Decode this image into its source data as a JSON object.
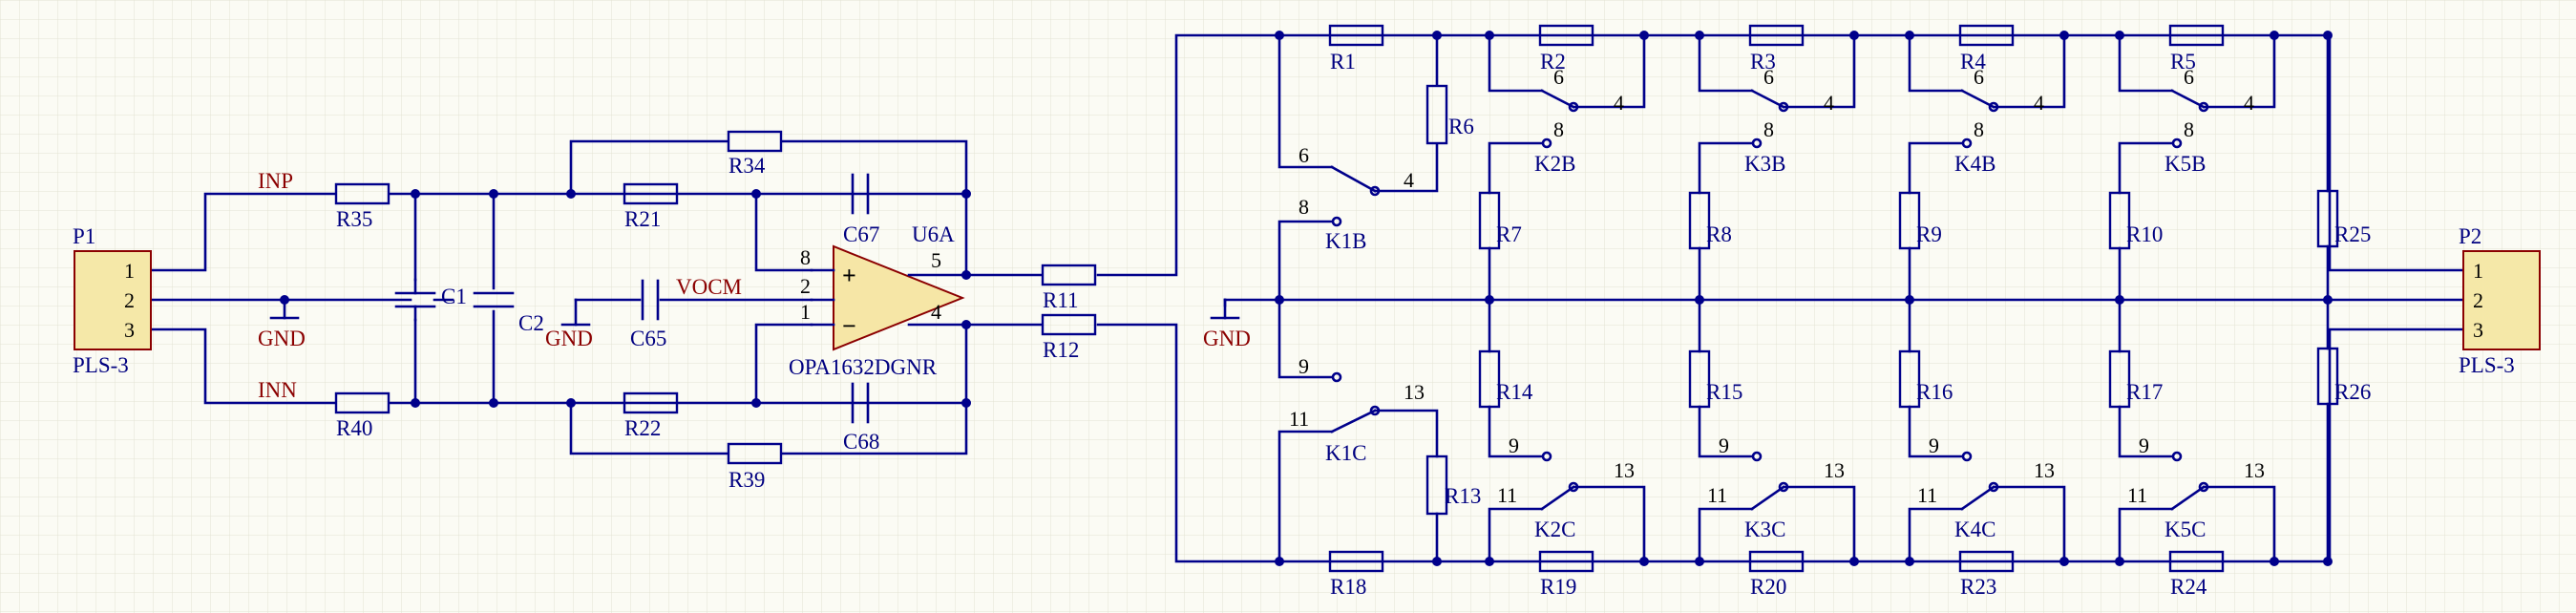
{
  "colors": {
    "background": "#fbfbf4",
    "grid": "#e3e3d3",
    "wire": "#00008b",
    "designator": "#000080",
    "net_label": "#8b0000",
    "connector_fill": "#f5e8a8",
    "opamp_fill": "#f6e6a6"
  },
  "connectors": {
    "p1": {
      "designator": "P1",
      "comment": "PLS-3",
      "pins": [
        "1",
        "2",
        "3"
      ]
    },
    "p2": {
      "designator": "P2",
      "comment": "PLS-3",
      "pins": [
        "1",
        "2",
        "3"
      ]
    }
  },
  "net_labels": {
    "inp": "INP",
    "inn": "INN",
    "vocm": "VOCM",
    "gnd": "GND"
  },
  "opamp": {
    "designator": "U6A",
    "comment": "OPA1632DGNR",
    "plus": "+",
    "minus": "−",
    "pins": {
      "noninv": "8",
      "vocm": "2",
      "inv": "1",
      "outp": "5",
      "outn": "4"
    }
  },
  "resistors": {
    "r1": "R1",
    "r2": "R2",
    "r3": "R3",
    "r4": "R4",
    "r5": "R5",
    "r6": "R6",
    "r7": "R7",
    "r8": "R8",
    "r9": "R9",
    "r10": "R10",
    "r11": "R11",
    "r12": "R12",
    "r13": "R13",
    "r14": "R14",
    "r15": "R15",
    "r16": "R16",
    "r17": "R17",
    "r18": "R18",
    "r19": "R19",
    "r20": "R20",
    "r21": "R21",
    "r22": "R22",
    "r23": "R23",
    "r24": "R24",
    "r25": "R25",
    "r26": "R26",
    "r34": "R34",
    "r35": "R35",
    "r39": "R39",
    "r40": "R40"
  },
  "capacitors": {
    "c1": "C1",
    "c2": "C2",
    "c65": "C65",
    "c67": "C67",
    "c68": "C68"
  },
  "relays": {
    "k1b": {
      "designator": "K1B",
      "pins": [
        "6",
        "4",
        "8"
      ]
    },
    "k1c": {
      "designator": "K1C",
      "pins": [
        "11",
        "13",
        "9"
      ]
    },
    "k2b": {
      "designator": "K2B",
      "pins": [
        "6",
        "4",
        "8"
      ]
    },
    "k2c": {
      "designator": "K2C",
      "pins": [
        "11",
        "13",
        "9"
      ]
    },
    "k3b": {
      "designator": "K3B",
      "pins": [
        "6",
        "4",
        "8"
      ]
    },
    "k3c": {
      "designator": "K3C",
      "pins": [
        "11",
        "13",
        "9"
      ]
    },
    "k4b": {
      "designator": "K4B",
      "pins": [
        "6",
        "4",
        "8"
      ]
    },
    "k4c": {
      "designator": "K4C",
      "pins": [
        "11",
        "13",
        "9"
      ]
    },
    "k5b": {
      "designator": "K5B",
      "pins": [
        "6",
        "4",
        "8"
      ]
    },
    "k5c": {
      "designator": "K5C",
      "pins": [
        "11",
        "13",
        "9"
      ]
    }
  }
}
